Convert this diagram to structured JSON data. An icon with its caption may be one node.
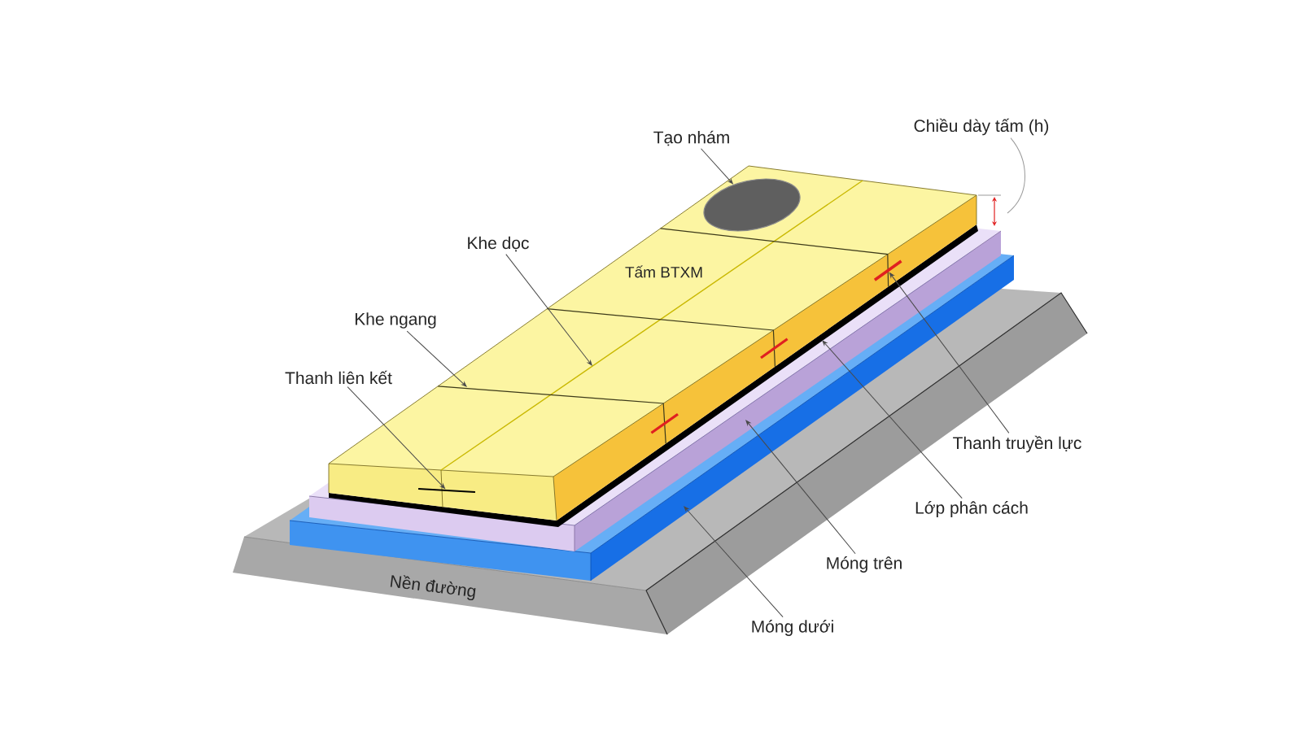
{
  "diagram": {
    "nodes": [
      {
        "text": [
          "Tạo nhám"
        ]
      },
      {
        "text": [
          "Chiều dày tấm (h)"
        ]
      },
      {
        "text": [
          "Khe dọc"
        ]
      },
      {
        "text": [
          "Khe ngang"
        ]
      },
      {
        "text": [
          "Thanh liên kết"
        ]
      },
      {
        "text": [
          "Thanh truyền lực"
        ]
      },
      {
        "text": [
          "Lớp phân cách"
        ]
      },
      {
        "text": [
          "Móng trên"
        ]
      },
      {
        "text": [
          "Móng dưới"
        ]
      },
      {
        "text": [],
        "shape": "ellipse"
      },
      {
        "text": [],
        "shape": "bar"
      },
      {
        "text": [],
        "shape": "bar"
      }
    ],
    "edges": [
      {
        "from": 0,
        "to": 9,
        "arrow": "to"
      },
      {
        "from": 1,
        "to": null,
        "arrow": "none",
        "color": "#9a9a9a"
      },
      {
        "from": 2,
        "to": null,
        "arrow": "to"
      },
      {
        "from": 3,
        "to": null,
        "arrow": "to"
      },
      {
        "from": 4,
        "to": 11,
        "arrow": "to"
      },
      {
        "from": 5,
        "to": 10,
        "arrow": "to"
      },
      {
        "from": 6,
        "to": null,
        "arrow": "to"
      },
      {
        "from": 7,
        "to": null,
        "arrow": "to"
      },
      {
        "from": 8,
        "to": null,
        "arrow": "to"
      }
    ],
    "labels": [
      "Tấm BTXM",
      "Nền đường"
    ]
  }
}
